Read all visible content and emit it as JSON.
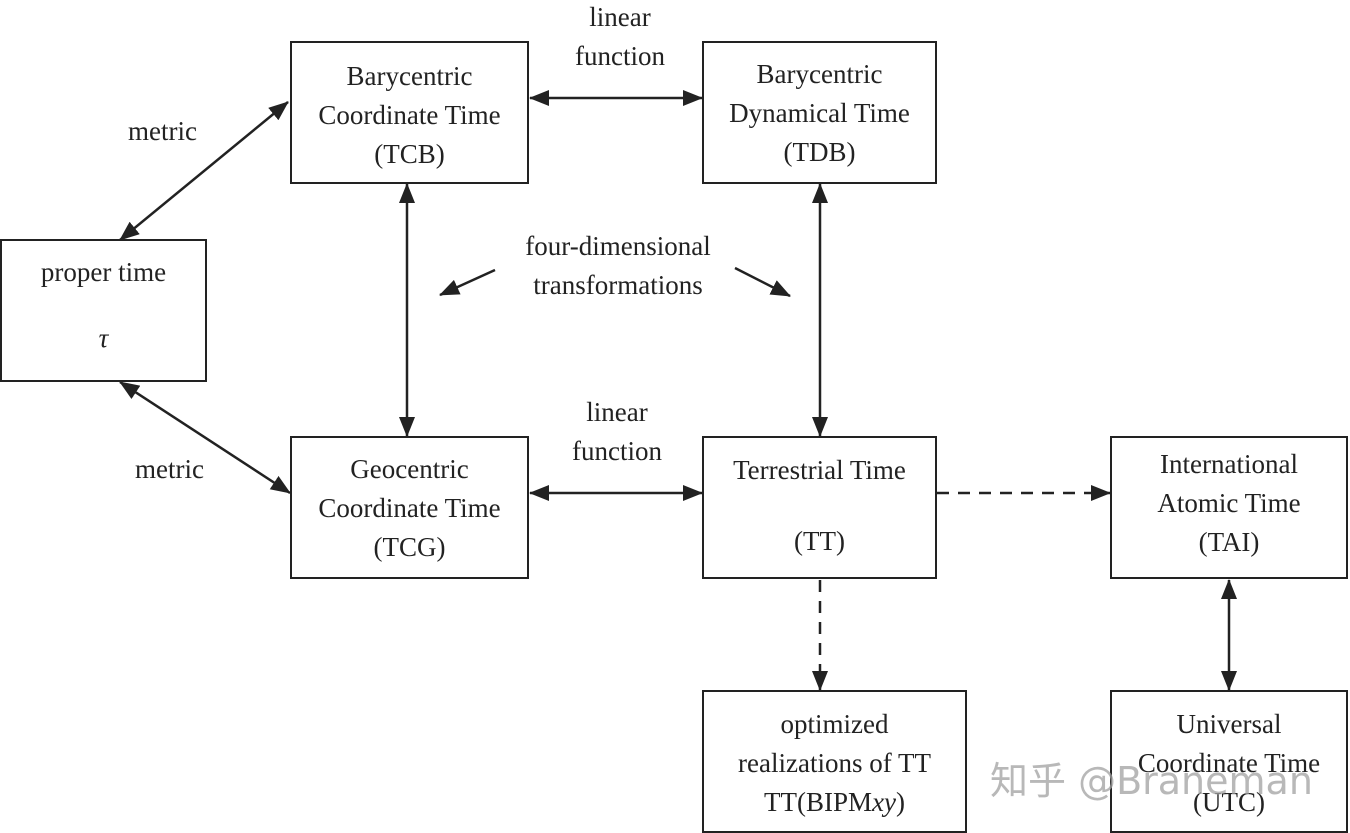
{
  "diagram": {
    "nodes": {
      "tcb": {
        "lines": [
          "Barycentric",
          "Coordinate Time",
          "(TCB)"
        ]
      },
      "tdb": {
        "lines": [
          "Barycentric",
          "Dynamical Time",
          "(TDB)"
        ]
      },
      "proper": {
        "line1": "proper time",
        "symbol": "τ"
      },
      "tcg": {
        "lines": [
          "Geocentric",
          "Coordinate Time",
          "(TCG)"
        ]
      },
      "tt": {
        "line1": "Terrestrial Time",
        "line2": "(TT)"
      },
      "tai": {
        "lines": [
          "International",
          "Atomic Time",
          "(TAI)"
        ]
      },
      "opt": {
        "lines": [
          "optimized",
          "realizations of TT",
          "TT(BIPM",
          "xy",
          ")"
        ]
      },
      "utc": {
        "lines": [
          "Universal",
          "Coordinate Time",
          "(UTC)"
        ]
      }
    },
    "labels": {
      "linear_top": [
        "linear",
        "function"
      ],
      "linear_mid": [
        "linear",
        "function"
      ],
      "metric_top": "metric",
      "metric_bottom": "metric",
      "four_dim": [
        "four-dimensional",
        "transformations"
      ]
    },
    "edges": [
      {
        "from": "tcb",
        "to": "tdb",
        "style": "solid",
        "direction": "both",
        "label": "linear function"
      },
      {
        "from": "tcb",
        "to": "proper",
        "style": "solid",
        "direction": "both",
        "label": "metric"
      },
      {
        "from": "proper",
        "to": "tcg",
        "style": "solid",
        "direction": "both",
        "label": "metric"
      },
      {
        "from": "tcb",
        "to": "tcg",
        "style": "solid",
        "direction": "both",
        "label": "four-dimensional transformations"
      },
      {
        "from": "tdb",
        "to": "tt",
        "style": "solid",
        "direction": "both",
        "label": "four-dimensional transformations"
      },
      {
        "from": "tcg",
        "to": "tt",
        "style": "solid",
        "direction": "both",
        "label": "linear function"
      },
      {
        "from": "tt",
        "to": "tai",
        "style": "dashed",
        "direction": "forward"
      },
      {
        "from": "tt",
        "to": "opt",
        "style": "dashed",
        "direction": "forward"
      },
      {
        "from": "tai",
        "to": "utc",
        "style": "solid",
        "direction": "both"
      }
    ]
  },
  "watermark": "知乎 @Braneman"
}
